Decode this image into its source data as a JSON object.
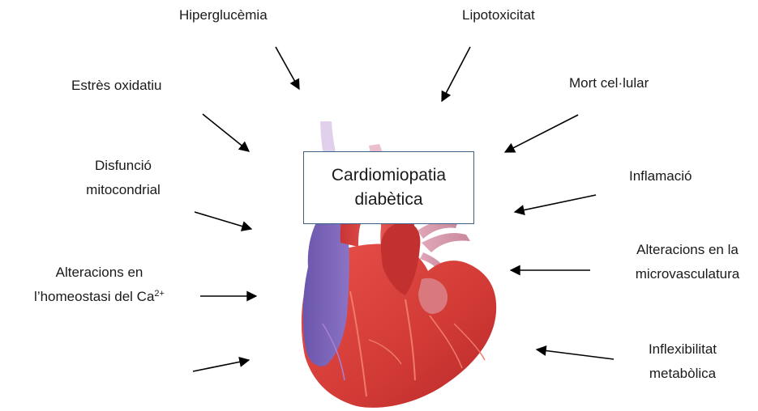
{
  "title": {
    "line1": "Cardiomiopatia",
    "line2": "diabètica"
  },
  "factors": {
    "hiperglucemia": "Hiperglucèmia",
    "lipotoxicitat": "Lipotoxicitat",
    "estres": "Estrès oxidatiu",
    "mort": "Mort cel·lular",
    "disfuncio_l1": "Disfunció",
    "disfuncio_l2": "mitocondrial",
    "inflamacio": "Inflamació",
    "alt_ca_l1": "Alteracions en",
    "alt_ca_l2": "l’homeostasi del Ca",
    "alt_ca_sup": "2+",
    "alt_micro_l1": "Alteracions en la",
    "alt_micro_l2": "microvasculatura",
    "inflex_l1": "Inflexibilitat",
    "inflex_l2": "metabòlica"
  },
  "colors": {
    "box_border": "#3e5f86",
    "arrow": "#000000",
    "heart_red": "#d9423f",
    "heart_purple": "#7b62b6"
  },
  "icons": {
    "center_image": "heart-illustration",
    "pointer": "arrow"
  }
}
